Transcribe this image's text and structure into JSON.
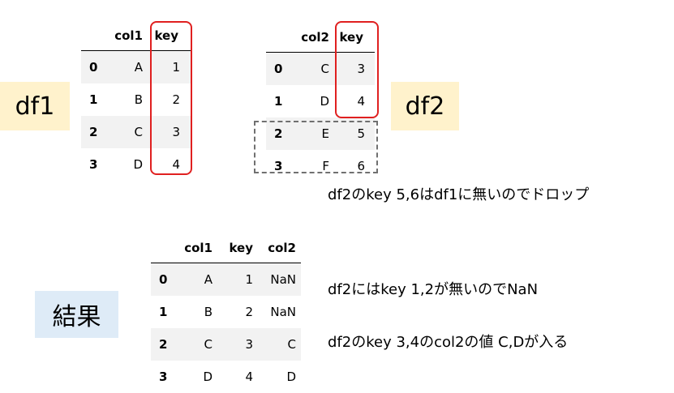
{
  "df1": {
    "badge": "df1",
    "columns": [
      "col1",
      "key"
    ],
    "rows": [
      {
        "index": "0",
        "col1": "A",
        "key": "1"
      },
      {
        "index": "1",
        "col1": "B",
        "key": "2"
      },
      {
        "index": "2",
        "col1": "C",
        "key": "3"
      },
      {
        "index": "3",
        "col1": "D",
        "key": "4"
      }
    ]
  },
  "df2": {
    "badge": "df2",
    "columns": [
      "col2",
      "key"
    ],
    "rows": [
      {
        "index": "0",
        "col2": "C",
        "key": "3"
      },
      {
        "index": "1",
        "col2": "D",
        "key": "4"
      },
      {
        "index": "2",
        "col2": "E",
        "key": "5"
      },
      {
        "index": "3",
        "col2": "F",
        "key": "6"
      }
    ],
    "drop_note": "df2のkey 5,6はdf1に無いのでドロップ"
  },
  "result": {
    "badge": "結果",
    "columns": [
      "col1",
      "key",
      "col2"
    ],
    "rows": [
      {
        "index": "0",
        "col1": "A",
        "key": "1",
        "col2": "NaN"
      },
      {
        "index": "1",
        "col1": "B",
        "key": "2",
        "col2": "NaN"
      },
      {
        "index": "2",
        "col1": "C",
        "key": "3",
        "col2": "C"
      },
      {
        "index": "3",
        "col1": "D",
        "key": "4",
        "col2": "D"
      }
    ],
    "note_nan": "df2にはkey 1,2が無いのでNaN",
    "note_values": "df2のkey 3,4のcol2の値 C,Dが入る"
  },
  "colors": {
    "df_badge_bg": "#fff2cc",
    "result_badge_bg": "#deebf7",
    "highlight": "#e02020",
    "dash": "#707070",
    "row_shade": "#f2f2f2"
  }
}
